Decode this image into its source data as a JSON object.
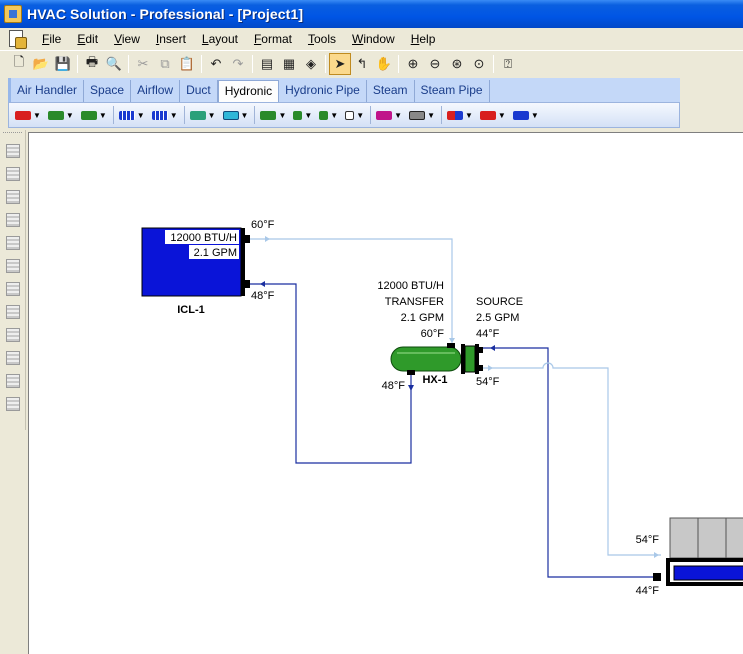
{
  "window": {
    "title": "HVAC Solution - Professional - [Project1]"
  },
  "menu": {
    "items": [
      "File",
      "Edit",
      "View",
      "Insert",
      "Layout",
      "Format",
      "Tools",
      "Window",
      "Help"
    ]
  },
  "toolbar": {
    "icons": [
      "new-file-icon",
      "open-folder-icon",
      "save-icon",
      "print-icon",
      "print-preview-icon",
      "cut-icon",
      "copy-icon",
      "paste-icon",
      "undo-icon",
      "redo-icon",
      "properties-icon",
      "calculator-icon",
      "paint-bucket-icon",
      "select-arrow-icon",
      "connect-pipe-icon",
      "pan-hand-icon",
      "zoom-in-icon",
      "zoom-out-icon",
      "zoom-fit-icon",
      "zoom-window-icon",
      "context-help-icon"
    ]
  },
  "tabs": {
    "items": [
      "Air Handler",
      "Space",
      "Airflow",
      "Duct",
      "Hydronic",
      "Hydronic Pipe",
      "Steam",
      "Steam Pipe"
    ],
    "selected": "Hydronic"
  },
  "colors": {
    "supply_pipe": "#a9c8e8",
    "return_pipe": "#1a2fa0",
    "icl_fill": "#0a14d8",
    "hx_fill": "#2f9a2a",
    "title_bar": "#0055e5"
  },
  "diagram": {
    "icl": {
      "name": "ICL-1",
      "load": "12000 BTU/H",
      "flow": "2.1 GPM",
      "outlet_temp": "60°F",
      "inlet_temp": "48°F"
    },
    "hx": {
      "name": "HX-1",
      "load_line": "12000 BTU/H",
      "transfer_label": "TRANSFER",
      "flow": "2.1 GPM",
      "inlet_temp": "60°F",
      "outlet_temp": "48°F",
      "source_label": "SOURCE",
      "source_flow": "2.5 GPM",
      "source_in_temp": "44°F",
      "source_out_temp": "54°F"
    },
    "chiller": {
      "return_temp": "54°F",
      "supply_temp": "44°F"
    }
  }
}
